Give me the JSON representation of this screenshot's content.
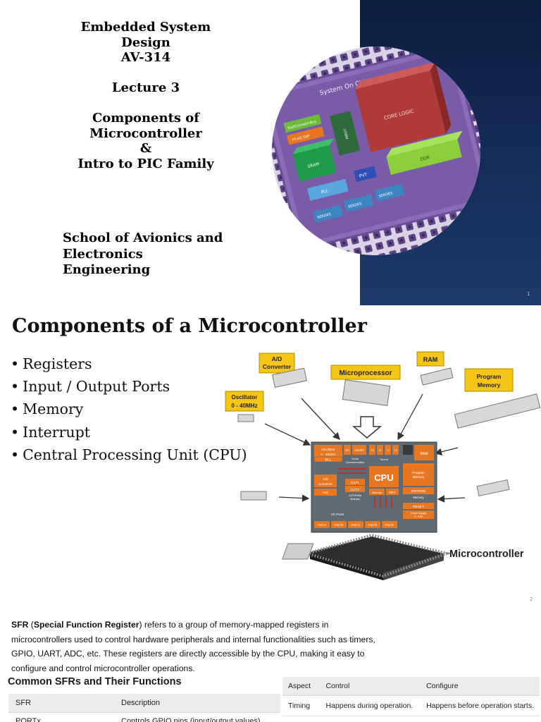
{
  "slide1": {
    "title_lines": [
      "Embedded System",
      "Design",
      "AV-314",
      "",
      "Lecture 3",
      "",
      "Components of",
      "Microcontroller",
      "&",
      "Intro to PIC Family"
    ],
    "school_lines": [
      "School of Avionics and",
      "Electronics",
      "Engineering"
    ],
    "page_number": "1",
    "chip_image": {
      "chip_label": "System On Chip",
      "blocks": [
        "FastConnect-Bus",
        "PT-HC-TAP",
        "CORE LOGIC",
        "MBIST",
        "SRAM",
        "PLL",
        "PVT",
        "SERDES",
        "SERDES",
        "SERDES",
        "DDR"
      ]
    }
  },
  "slide2": {
    "title": "Components of a Microcontroller",
    "bullets": [
      "Registers",
      "Input / Output Ports",
      "Memory",
      "Interrupt",
      "Central Processing Unit (CPU)"
    ],
    "page_number": "2",
    "diagram": {
      "callouts": {
        "adc": [
          "A/D",
          "Converter"
        ],
        "microprocessor": "Microprocessor",
        "ram": "RAM",
        "program_memory": [
          "Program",
          "Memory"
        ],
        "oscillator": [
          "Oscillator",
          "0 - 40MHz"
        ]
      },
      "chip_blocks": {
        "oscillator": [
          "Oscillator",
          "0 - 40MHz"
        ],
        "pll": "PLL",
        "spi": "SPI",
        "usart": "USART",
        "timers": [
          "T0",
          "T1",
          "T2",
          "T3"
        ],
        "serial_comm": [
          "Serial",
          "Communication"
        ],
        "timers_label": "Timers",
        "ram": "RAM",
        "cpu": "CPU",
        "program_memory": [
          "Program",
          "Memory"
        ],
        "eeprom": "EEPROM",
        "memory_label": "Memory",
        "adc": [
          "A/D",
          "Converter"
        ],
        "ccp1": "CCP1",
        "ccp2": "CCP2",
        "ccp_label": [
          "CCP/PWM",
          "Modules"
        ],
        "interrupt": "Interrupt",
        "wdt": "WDT",
        "inst": "Inst",
        "reset": "RESET",
        "power": [
          "Power Supply",
          "2 - 5.5V"
        ],
        "io_label": "I/O Ports",
        "ports": [
          "Port A",
          "Port B",
          "Port C",
          "Port D",
          "Port E"
        ]
      },
      "microcontroller_label": "Microcontroller"
    }
  },
  "slide3": {
    "para_bold": "SFR",
    "para_p1": " (",
    "para_bold2": "Special Function Register",
    "para_rest": ") refers to a group of memory-mapped registers in microcontrollers used to control hardware peripherals and internal functionalities such as timers, GPIO, UART, ADC, etc. These registers are directly accessible by the CPU, making it easy to configure and control microcontroller operations.",
    "heading": "Common SFRs and Their Functions",
    "sfr_table": {
      "headers": [
        "SFR",
        "Description"
      ],
      "rows": [
        [
          "PORTx",
          "Controls GPIO pins (input/output values)"
        ]
      ]
    },
    "cmp_table": {
      "headers": [
        "Aspect",
        "Control",
        "Configure"
      ],
      "rows": [
        [
          "Timing",
          "Happens during operation.",
          "Happens before operation starts."
        ]
      ]
    }
  },
  "colors": {
    "dark_panel": "#152a55",
    "chip_purple": "#7a5ba7",
    "core_logic_red": "#b03a3a",
    "orange_block": "#e87722",
    "callout_yellow": "#f5c518"
  }
}
